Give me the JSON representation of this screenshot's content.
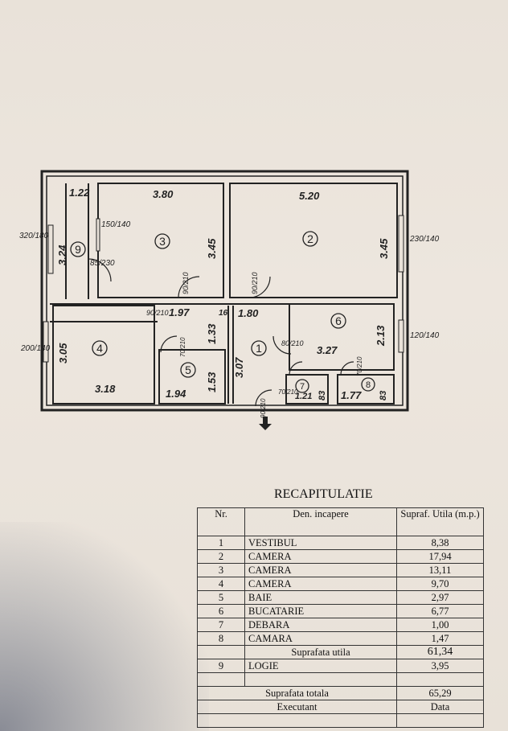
{
  "plan": {
    "dims": {
      "d_122": "1.22",
      "d_380": "3.80",
      "d_520": "5.20",
      "d_324": "3.24",
      "d_345a": "3.45",
      "d_345b": "3.45",
      "d_197": "1.97",
      "d_16": "16",
      "d_180": "1.80",
      "d_133": "1.33",
      "d_305": "3.05",
      "d_307": "3.07",
      "d_327": "3.27",
      "d_213": "2.13",
      "d_318": "3.18",
      "d_194": "1.94",
      "d_153": "1.53",
      "d_121": "1.21",
      "d_83a": "83",
      "d_177": "1.77",
      "d_83b": "83"
    },
    "windows": {
      "w9": "320/180",
      "w2": "230/140",
      "w4": "200/140",
      "w6": "120/140",
      "w3": "150/140"
    },
    "doors": {
      "d9": "85/230",
      "d3": "90/210",
      "d2": "90/210",
      "dh": "90/210",
      "d6": "80/210",
      "d5": "70/210",
      "d7": "70/210",
      "d8": "70/210",
      "entry": "90/210"
    },
    "rooms": [
      "1",
      "2",
      "3",
      "4",
      "5",
      "6",
      "7",
      "8",
      "9"
    ]
  },
  "recap": {
    "title": "RECAPITULATIE",
    "headers": {
      "nr": "Nr.",
      "name": "Den. incapere",
      "area": "Supraf. Utila (m.p.)"
    },
    "rows": [
      {
        "nr": "1",
        "name": "VESTIBUL",
        "area": "8,38"
      },
      {
        "nr": "2",
        "name": "CAMERA",
        "area": "17,94"
      },
      {
        "nr": "3",
        "name": "CAMERA",
        "area": "13,11"
      },
      {
        "nr": "4",
        "name": "CAMERA",
        "area": "9,70"
      },
      {
        "nr": "5",
        "name": "BAIE",
        "area": "2,97"
      },
      {
        "nr": "6",
        "name": "BUCATARIE",
        "area": "6,77"
      },
      {
        "nr": "7",
        "name": "DEBARA",
        "area": "1,00"
      },
      {
        "nr": "8",
        "name": "CAMARA",
        "area": "1,47"
      }
    ],
    "useful_label": "Suprafata utila",
    "useful_value": "61,34",
    "logie": {
      "nr": "9",
      "name": "LOGIE",
      "area": "3,95"
    },
    "total_label": "Suprafata totala",
    "total_value": "65,29",
    "executant": "Executant",
    "data": "Data"
  }
}
